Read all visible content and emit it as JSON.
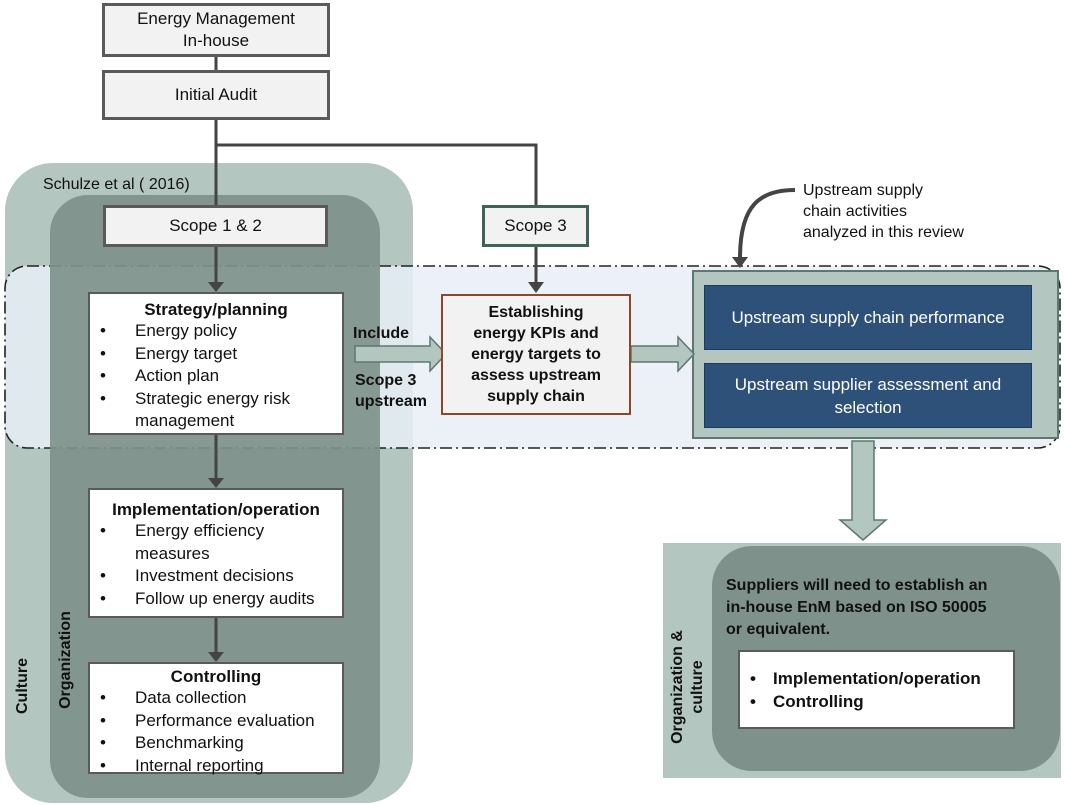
{
  "top": {
    "energy_mgmt": [
      "Energy Management",
      "In-house"
    ],
    "initial_audit": "Initial Audit"
  },
  "left": {
    "source_label": "Schulze et al ( 2016)",
    "culture_label": "Culture",
    "organization_label": "Organization",
    "scope12": "Scope 1 & 2",
    "strategy": {
      "title": "Strategy/planning",
      "items": [
        "Energy policy",
        "Energy target",
        "Action plan",
        "Strategic energy risk management"
      ]
    },
    "implementation": {
      "title": "Implementation/operation",
      "items": [
        "Energy efficiency measures",
        "Investment decisions",
        "Follow up energy audits"
      ]
    },
    "controlling": {
      "title": "Controlling",
      "items": [
        "Data collection",
        "Performance evaluation",
        "Benchmarking",
        "Internal reporting"
      ]
    }
  },
  "middle": {
    "scope3": "Scope 3",
    "include_label": "Include",
    "scope3_upstream_label": [
      "Scope 3",
      "upstream"
    ],
    "kpi_box": [
      "Establishing",
      "energy KPIs and",
      "energy targets to",
      "assess upstream",
      "supply chain"
    ]
  },
  "right": {
    "callout": [
      "Upstream supply",
      "chain activities",
      "analyzed in this review"
    ],
    "upstream_performance": "Upstream supply chain performance",
    "upstream_assessment": [
      "Upstream supplier assessment and",
      "selection"
    ]
  },
  "bottom_right": {
    "org_culture_label": [
      "Organization &",
      "culture"
    ],
    "supplier_text": [
      "Suppliers will need to establish an",
      "in-house EnM based on ISO 50005",
      "or equivalent."
    ],
    "items": [
      "Implementation/operation",
      "Controlling"
    ]
  },
  "colors": {
    "outer_sage": "#b4c6c0",
    "inner_dark": "#7e918b",
    "dashed_band": "#eaf0f5",
    "navy": "#2e5179",
    "kpi_border": "#8a4a2a",
    "scope3_border": "#3f6359"
  }
}
